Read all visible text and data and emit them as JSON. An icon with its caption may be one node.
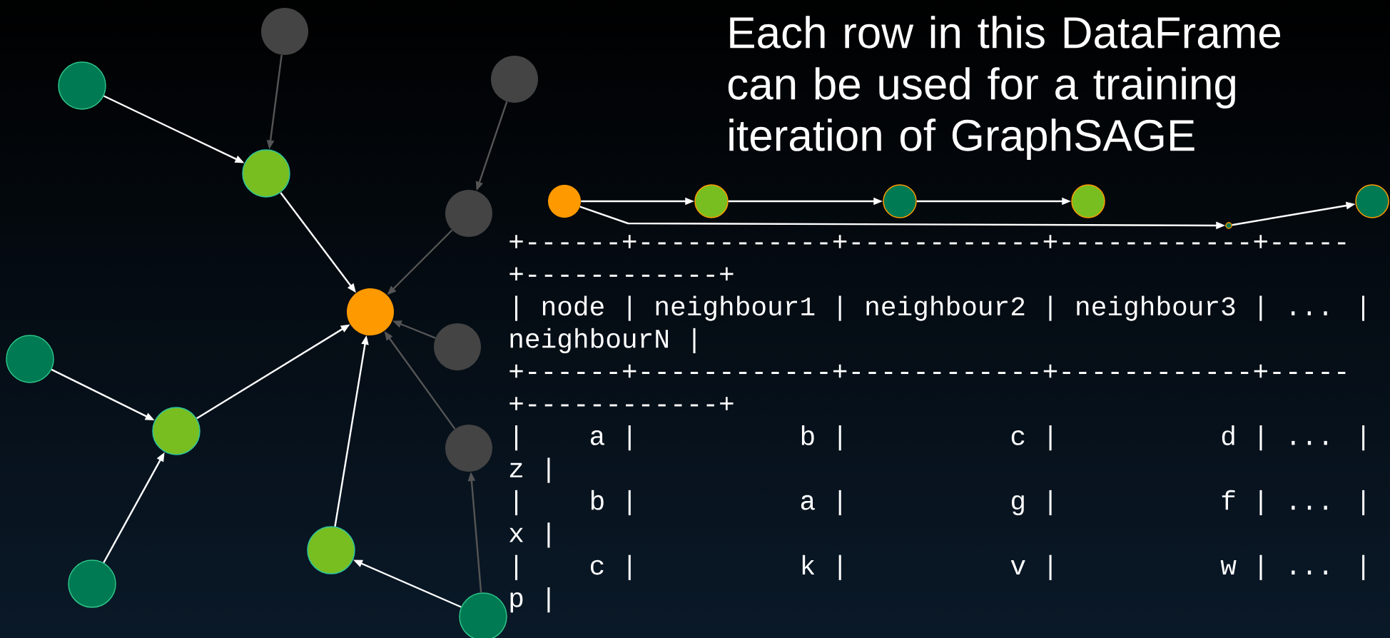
{
  "diagram": {
    "nodes": [
      {
        "text": [],
        "shape": "circle"
      },
      {
        "text": [],
        "shape": "circle"
      },
      {
        "text": [],
        "shape": "circle"
      },
      {
        "text": [],
        "shape": "circle"
      },
      {
        "text": [],
        "shape": "circle"
      },
      {
        "text": [],
        "shape": "circle"
      },
      {
        "text": [],
        "shape": "circle"
      },
      {
        "text": [],
        "shape": "circle"
      },
      {
        "text": [],
        "shape": "circle"
      },
      {
        "text": [],
        "shape": "circle"
      },
      {
        "text": [],
        "shape": "circle"
      },
      {
        "text": [],
        "shape": "circle"
      },
      {
        "text": [],
        "shape": "circle"
      },
      {
        "text": [],
        "shape": "circle"
      },
      {
        "text": [],
        "shape": "circle"
      },
      {
        "text": [],
        "shape": "circle"
      },
      {
        "text": [],
        "shape": "circle"
      },
      {
        "text": [],
        "shape": "circle"
      },
      {
        "text": [],
        "shape": "circle"
      }
    ],
    "edges": [
      {
        "from": 0,
        "to": 3,
        "arrow": "to",
        "color": "#555555"
      },
      {
        "from": 1,
        "to": 3,
        "arrow": "to"
      },
      {
        "from": 3,
        "to": 11,
        "arrow": "to"
      },
      {
        "from": 2,
        "to": 4,
        "arrow": "to",
        "color": "#555555"
      },
      {
        "from": 4,
        "to": 11,
        "arrow": "to",
        "color": "#555555"
      },
      {
        "from": 12,
        "to": 11,
        "arrow": "to",
        "color": "#555555"
      },
      {
        "from": 15,
        "to": 11,
        "arrow": "to",
        "color": "#555555"
      },
      {
        "from": 13,
        "to": 14,
        "arrow": "to"
      },
      {
        "from": 17,
        "to": 14,
        "arrow": "to"
      },
      {
        "from": 14,
        "to": 11,
        "arrow": "to"
      },
      {
        "from": 16,
        "to": 11,
        "arrow": "to"
      },
      {
        "from": 18,
        "to": 16,
        "arrow": "to"
      },
      {
        "from": 18,
        "to": 15,
        "arrow": "to",
        "color": "#555555"
      },
      {
        "from": 5,
        "to": 6,
        "arrow": "to"
      },
      {
        "from": 6,
        "to": 7,
        "arrow": "to"
      },
      {
        "from": 7,
        "to": 8,
        "arrow": "to"
      },
      {
        "from": 5,
        "to": 10,
        "arrow": "to"
      },
      {
        "from": 10,
        "to": 9,
        "arrow": "to"
      }
    ],
    "labels": [
      "+------+------------+------------+------------+-----",
      "+------------+",
      "| node | neighbour1 | neighbour2 | neighbour3 | ... |",
      "neighbourN |",
      "+------+------------+------------+------------+-----",
      "+------------+",
      "|    a |          b |          c |          d | ... |",
      "z |",
      "|    b |          a |          g |          f | ... |",
      "x |",
      "|    c |          k |          v |          w | ... |",
      "p |",
      "Each row in this DataFrame can be used for a training iteration of GraphSAGE"
    ]
  }
}
